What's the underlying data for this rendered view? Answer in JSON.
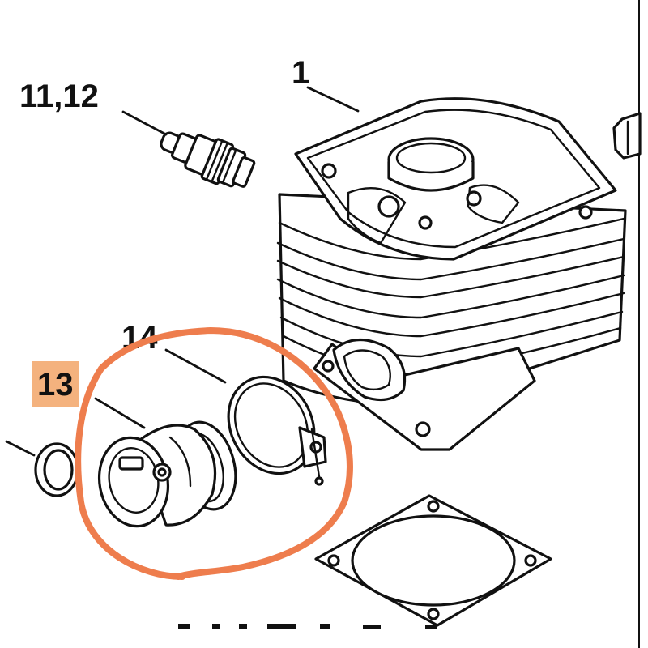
{
  "labels": {
    "cylinder": "1",
    "plug": "11,12",
    "manifold": "13",
    "clamp": "14"
  },
  "colors": {
    "line_art": "#111111",
    "highlight_box": "#f4b27e",
    "circle_marker": "#ee7d4d",
    "background": "#ffffff"
  },
  "icons": {
    "highlight": "freehand-circle-marker"
  }
}
